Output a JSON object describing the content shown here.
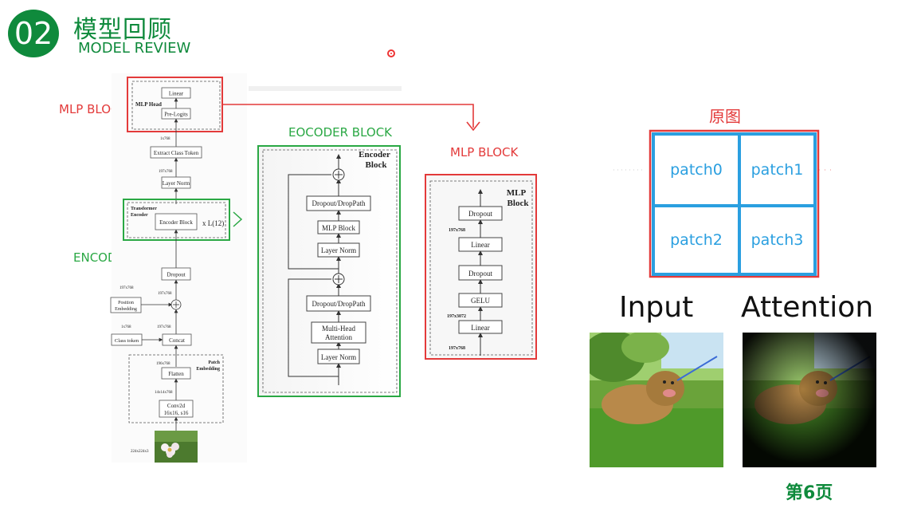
{
  "header": {
    "section_number": "02",
    "title_zh": "模型回顾",
    "title_en": "MODEL REVIEW"
  },
  "annotations": {
    "mlp_block_left": "MLP BLOCK",
    "encoder_block_left": "ENCODER BLOCK",
    "eocoder_block": "EOCODER BLOCK",
    "mlp_block_right": "MLP BLOCK"
  },
  "vit_diagram": {
    "mlp_head_label": "MLP Head",
    "linear": "Linear",
    "pre_logits": "Pre-Logits",
    "dim_1x768_top": "1x768",
    "extract_class_token": "Extract Class Token",
    "dim_197x768_a": "197x768",
    "layer_norm": "Layer Norm",
    "transformer_encoder_label": "Transformer Encoder",
    "encoder_block": "Encoder Block",
    "repeat_label": "x L(12)",
    "dropout": "Dropout",
    "dim_197x768_b": "197x768",
    "dim_197x768_c": "197x768",
    "position_embedding": "Position Embedding",
    "dim_1x768": "1x768",
    "dim_197x768_d": "197x768",
    "class_token": "Class token",
    "concat": "Concat",
    "patch_embedding_label": "Patch Embedding",
    "dim_196x768": "196x768",
    "flatten": "Flatten",
    "dim_14x14x768": "14x14x768",
    "conv2d_line1": "Conv2d",
    "conv2d_line2": "16x16, s16",
    "dim_224": "224x224x3"
  },
  "encoder_diagram": {
    "title_line1": "Encoder",
    "title_line2": "Block",
    "dropout_droppath_top": "Dropout/DropPath",
    "mlp_block": "MLP Block",
    "layer_norm_top": "Layer Norm",
    "dropout_droppath_bottom": "Dropout/DropPath",
    "mha_line1": "Multi-Head",
    "mha_line2": "Attention",
    "layer_norm_bottom": "Layer Norm"
  },
  "mlp_diagram": {
    "title_line1": "MLP",
    "title_line2": "Block",
    "dropout_top": "Dropout",
    "dim_197x768_top": "197x768",
    "linear_top": "Linear",
    "dropout_mid": "Dropout",
    "gelu": "GELU",
    "dim_197x3072": "197x3072",
    "linear_bottom": "Linear",
    "dim_197x768_bottom": "197x768"
  },
  "patches": {
    "title": "原图",
    "items": [
      "patch0",
      "patch1",
      "patch2",
      "patch3"
    ]
  },
  "comparison": {
    "input_label": "Input",
    "attention_label": "Attention"
  },
  "footer": {
    "page_label": "第6页"
  },
  "colors": {
    "brand_green": "#0f8a3c",
    "annotation_red": "#e33a3a",
    "annotation_green": "#2aa844",
    "patch_blue": "#2a9fe0"
  }
}
